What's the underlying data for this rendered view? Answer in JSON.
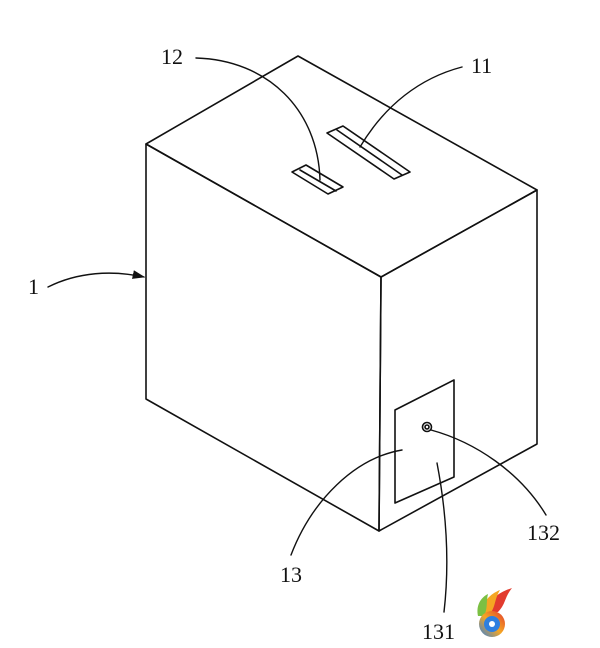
{
  "figure": {
    "labels": {
      "box": "1",
      "slot_long": "11",
      "slot_short": "12",
      "panel": "13",
      "panel_face": "131",
      "button": "132"
    },
    "colors": {
      "line": "#111111",
      "background": "#ffffff"
    },
    "watermark": {
      "icon": "flame-disc-logo-icon"
    }
  }
}
